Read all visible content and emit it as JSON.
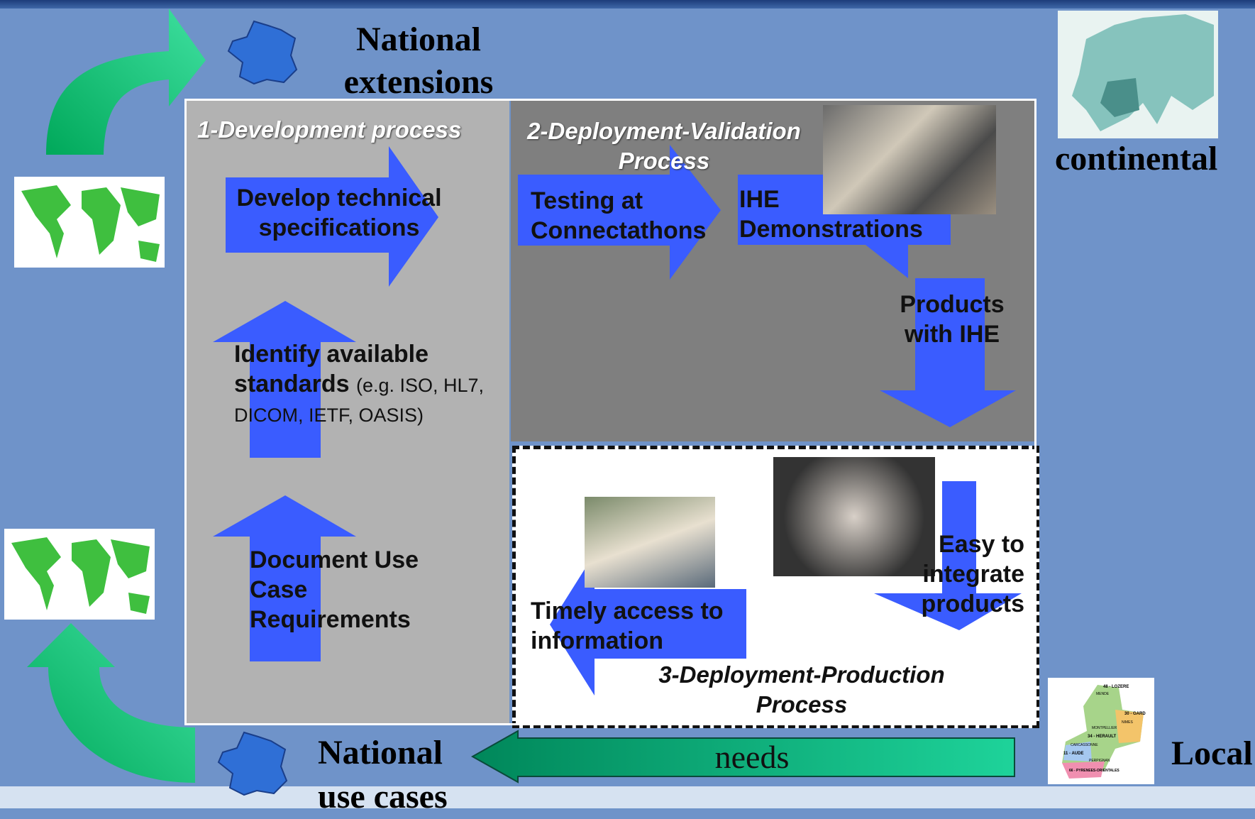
{
  "labels": {
    "national_extensions": "National extensions",
    "continental": "continental",
    "national_use_cases": "National use cases",
    "local": "Local",
    "needs": "needs"
  },
  "panels": {
    "development": {
      "title": "1-Development process",
      "develop": "Develop technical specifications",
      "identify_main": "Identify available standards",
      "identify_note": "(e.g. ISO, HL7, DICOM, IETF, OASIS)",
      "document": "Document Use Case Requirements"
    },
    "validation": {
      "title": "2-Deployment-Validation Process",
      "testing": "Testing at Connectathons",
      "ihe": "IHE Demonstrations",
      "products": "Products with IHE"
    },
    "production": {
      "title": "3-Deployment-Production Process",
      "easy": "Easy to integrate products",
      "timely": "Timely access to information"
    }
  },
  "map_labels": {
    "region_1": "48 - LOZERE",
    "region_2": "30 - GARD",
    "region_3": "34 - HERAULT",
    "region_4": "11 - AUDE",
    "region_5": "66 - PYRENEES-ORIENTALES",
    "city_1": "MONTPELLIER",
    "city_2": "CARCASSONNE",
    "city_3": "PERPIGNAN",
    "city_4": "NIMES",
    "city_5": "MENDE"
  },
  "colors": {
    "background": "#6f93c9",
    "arrow_blue": "#3a5cff",
    "arrow_green": "#00b86b",
    "panel_left": "#b2b2b2",
    "panel_right": "#7f7f7f"
  }
}
